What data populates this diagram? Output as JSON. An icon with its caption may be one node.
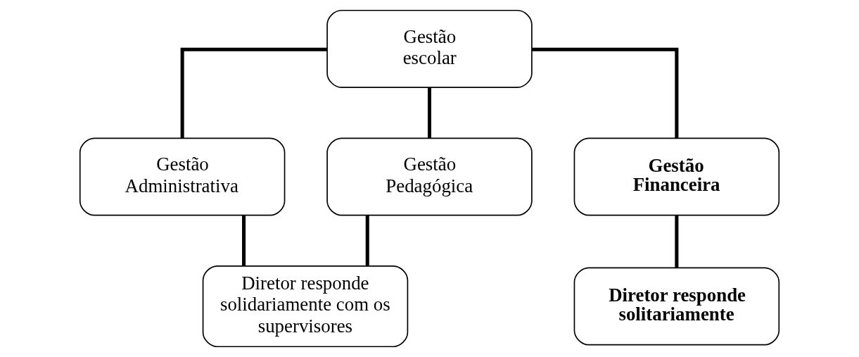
{
  "diagram": {
    "nodes": [
      {
        "text": [
          "Gestão escolar"
        ]
      },
      {
        "text": [
          "Gestão Administrativa"
        ]
      },
      {
        "text": [
          "Gestão Pedagógica"
        ]
      },
      {
        "text": [
          "Gestão Financeira"
        ]
      },
      {
        "text": [
          "Diretor responde solidariamente com os supervisores"
        ]
      },
      {
        "text": [
          "Diretor responde solitariamente"
        ]
      }
    ],
    "edges": [
      {
        "from": 0,
        "to": 1,
        "arrow": "none"
      },
      {
        "from": 0,
        "to": 2,
        "arrow": "none"
      },
      {
        "from": 0,
        "to": 3,
        "arrow": "none"
      },
      {
        "from": 1,
        "to": 4,
        "arrow": "none"
      },
      {
        "from": 2,
        "to": 4,
        "arrow": "none"
      },
      {
        "from": 3,
        "to": 5,
        "arrow": "none"
      }
    ]
  }
}
